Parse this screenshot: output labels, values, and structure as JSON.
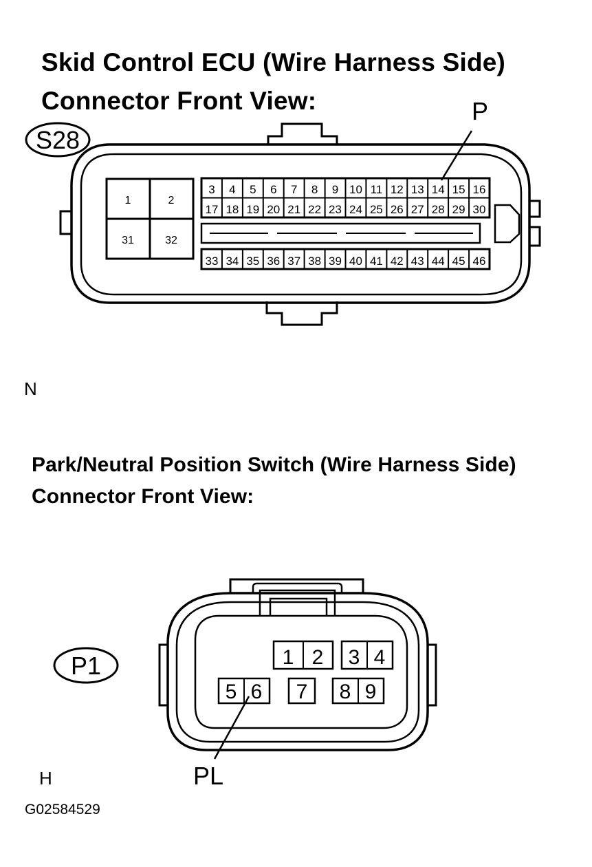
{
  "ecu": {
    "title_line1": "Skid Control ECU (Wire Harness Side)",
    "title_line2": "Connector Front View:",
    "connector_id": "S28",
    "callout": "P",
    "big_terminals": [
      "1",
      "2",
      "31",
      "32"
    ],
    "row1": [
      "3",
      "4",
      "5",
      "6",
      "7",
      "8",
      "9",
      "10",
      "11",
      "12",
      "13",
      "14",
      "15",
      "16"
    ],
    "row2": [
      "17",
      "18",
      "19",
      "20",
      "21",
      "22",
      "23",
      "24",
      "25",
      "26",
      "27",
      "28",
      "29",
      "30"
    ],
    "row3": [
      "33",
      "34",
      "35",
      "36",
      "37",
      "38",
      "39",
      "40",
      "41",
      "42",
      "43",
      "44",
      "45",
      "46"
    ],
    "note": "N"
  },
  "pnp": {
    "title_line1": "Park/Neutral Position Switch (Wire Harness Side)",
    "title_line2": "Connector Front View:",
    "connector_id": "P1",
    "callout": "PL",
    "terminals": [
      "1",
      "2",
      "3",
      "4",
      "5",
      "6",
      "7",
      "8",
      "9"
    ],
    "note": "H"
  },
  "figure_code": "G02584529"
}
